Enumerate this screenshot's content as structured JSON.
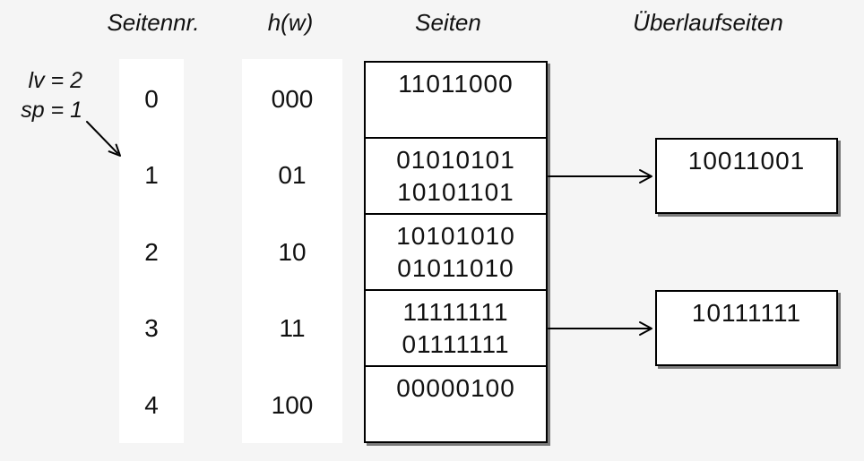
{
  "diagram_title": "linear-hashing-pages",
  "colors": {
    "background": "#f5f5f5",
    "box_fill": "#ffffff",
    "line": "#000000",
    "shadow": "rgba(0,0,0,0.5)"
  },
  "headers": {
    "page_nr": "Seitennr.",
    "hash": "h(w)",
    "pages": "Seiten",
    "overflow": "Überlaufseiten"
  },
  "annotation": {
    "line1": "lv = 2",
    "line2": "sp = 1"
  },
  "table": {
    "rows": [
      {
        "page_nr": "0",
        "hash": "000",
        "values": [
          "11011000"
        ]
      },
      {
        "page_nr": "1",
        "hash": "01",
        "values": [
          "01010101",
          "10101101"
        ]
      },
      {
        "page_nr": "2",
        "hash": "10",
        "values": [
          "10101010",
          "01011010"
        ]
      },
      {
        "page_nr": "3",
        "hash": "11",
        "values": [
          "11111111",
          "01111111"
        ]
      },
      {
        "page_nr": "4",
        "hash": "100",
        "values": [
          "00000100"
        ]
      }
    ]
  },
  "overflow_pages": [
    {
      "value": "10011001",
      "linked_row": "1"
    },
    {
      "value": "10111111",
      "linked_row": "3"
    }
  ]
}
